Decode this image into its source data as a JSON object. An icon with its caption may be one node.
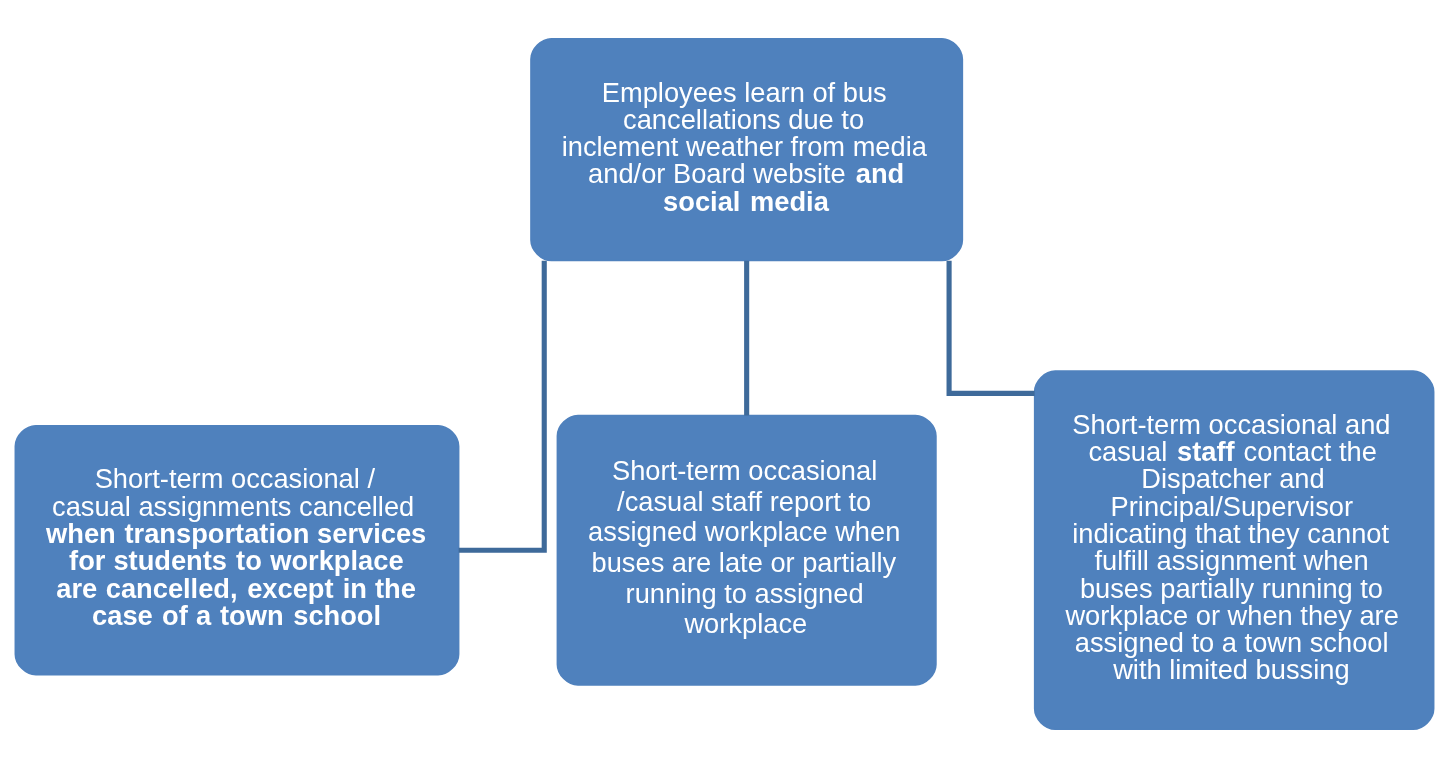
{
  "diagram": {
    "nodes": [
      {
        "text": [
          "Employees learn of bus cancellations due to inclement weather from media and/or Board website **and social media**"
        ]
      },
      {
        "text": [
          "Short-term occasional / casual assignments cancelled **when transportation services for students to workplace are cancelled, except in the case of a town school**"
        ]
      },
      {
        "text": [
          "Short-term occasional /casual staff report to assigned workplace when buses are late or partially running to assigned workplace"
        ]
      },
      {
        "text": [
          "Short-term occasional and casual **staff** contact the Dispatcher and Principal/Supervisor indicating that they cannot fulfill assignment when buses partially running to workplace or when they are assigned to a town school with limited bussing"
        ]
      }
    ],
    "edges": [
      {
        "from": 0,
        "to": 1,
        "arrow": "none"
      },
      {
        "from": 0,
        "to": 2,
        "arrow": "none"
      },
      {
        "from": 0,
        "to": 3,
        "arrow": "none"
      }
    ]
  }
}
